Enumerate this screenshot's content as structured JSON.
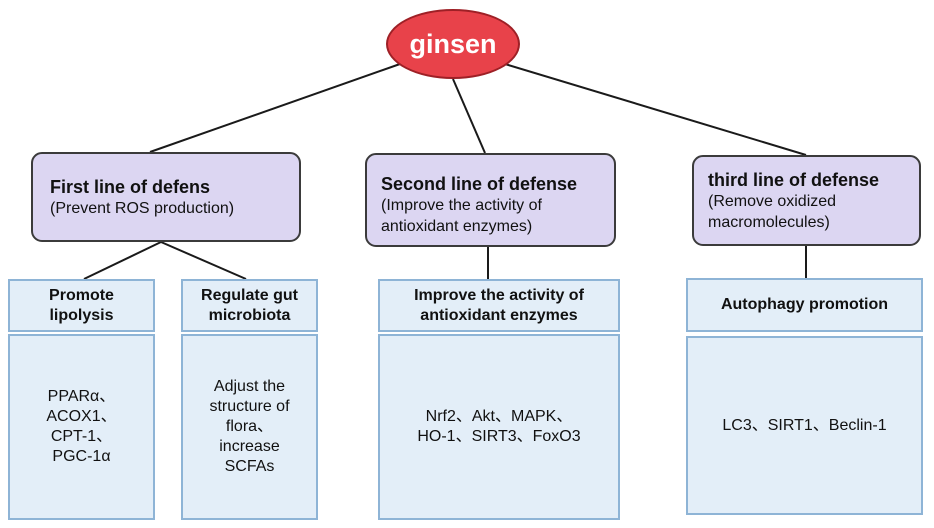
{
  "root": {
    "label": "ginsen"
  },
  "defenses": [
    {
      "title": "First line of defens",
      "subtitle": "(Prevent ROS production)"
    },
    {
      "title": "Second line of defense",
      "subtitle": "(Improve the activity of\nantioxidant enzymes)"
    },
    {
      "title": "third line of defense",
      "subtitle": "(Remove oxidized\nmacromolecules)"
    }
  ],
  "mechanisms": [
    {
      "header": "Promote\nlipolysis",
      "detail": "PPARα、\nACOX1、\nCPT-1、\nPGC-1α"
    },
    {
      "header": "Regulate gut\nmicrobiota",
      "detail": "Adjust the\nstructure of\nflora、\nincrease\nSCFAs"
    },
    {
      "header": "Improve the activity of\nantioxidant enzymes",
      "detail": "Nrf2、Akt、MAPK、\nHO-1、SIRT3、FoxO3"
    },
    {
      "header": "Autophagy promotion",
      "detail": "LC3、SIRT1、Beclin-1"
    }
  ],
  "colors": {
    "root_fill": "#e8424a",
    "defense_fill": "#dcd6f2",
    "mechanism_fill": "#e3eef8",
    "mechanism_border": "#8eb4d6",
    "connector": "#1a1a1a"
  }
}
